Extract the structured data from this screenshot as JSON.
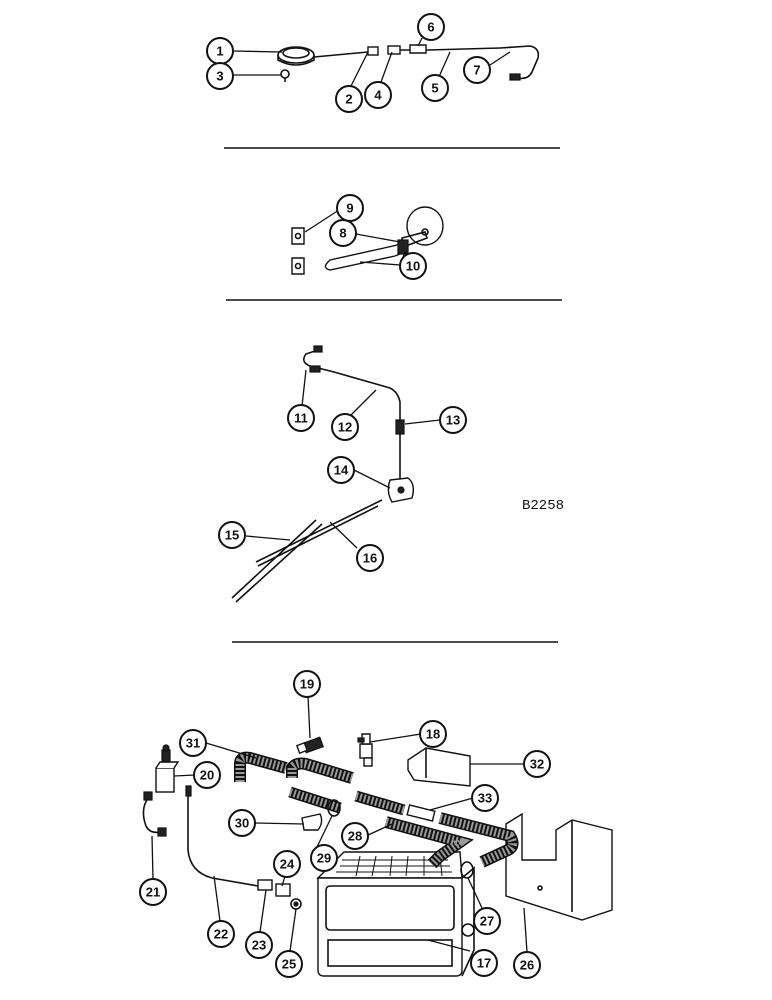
{
  "figure": {
    "reference_code": "B2258",
    "callouts": [
      "1",
      "2",
      "3",
      "4",
      "5",
      "6",
      "7",
      "8",
      "9",
      "10",
      "11",
      "12",
      "13",
      "14",
      "15",
      "16",
      "17",
      "18",
      "19",
      "20",
      "21",
      "22",
      "23",
      "24",
      "25",
      "26",
      "27",
      "28",
      "29",
      "30",
      "31",
      "32",
      "33"
    ]
  }
}
